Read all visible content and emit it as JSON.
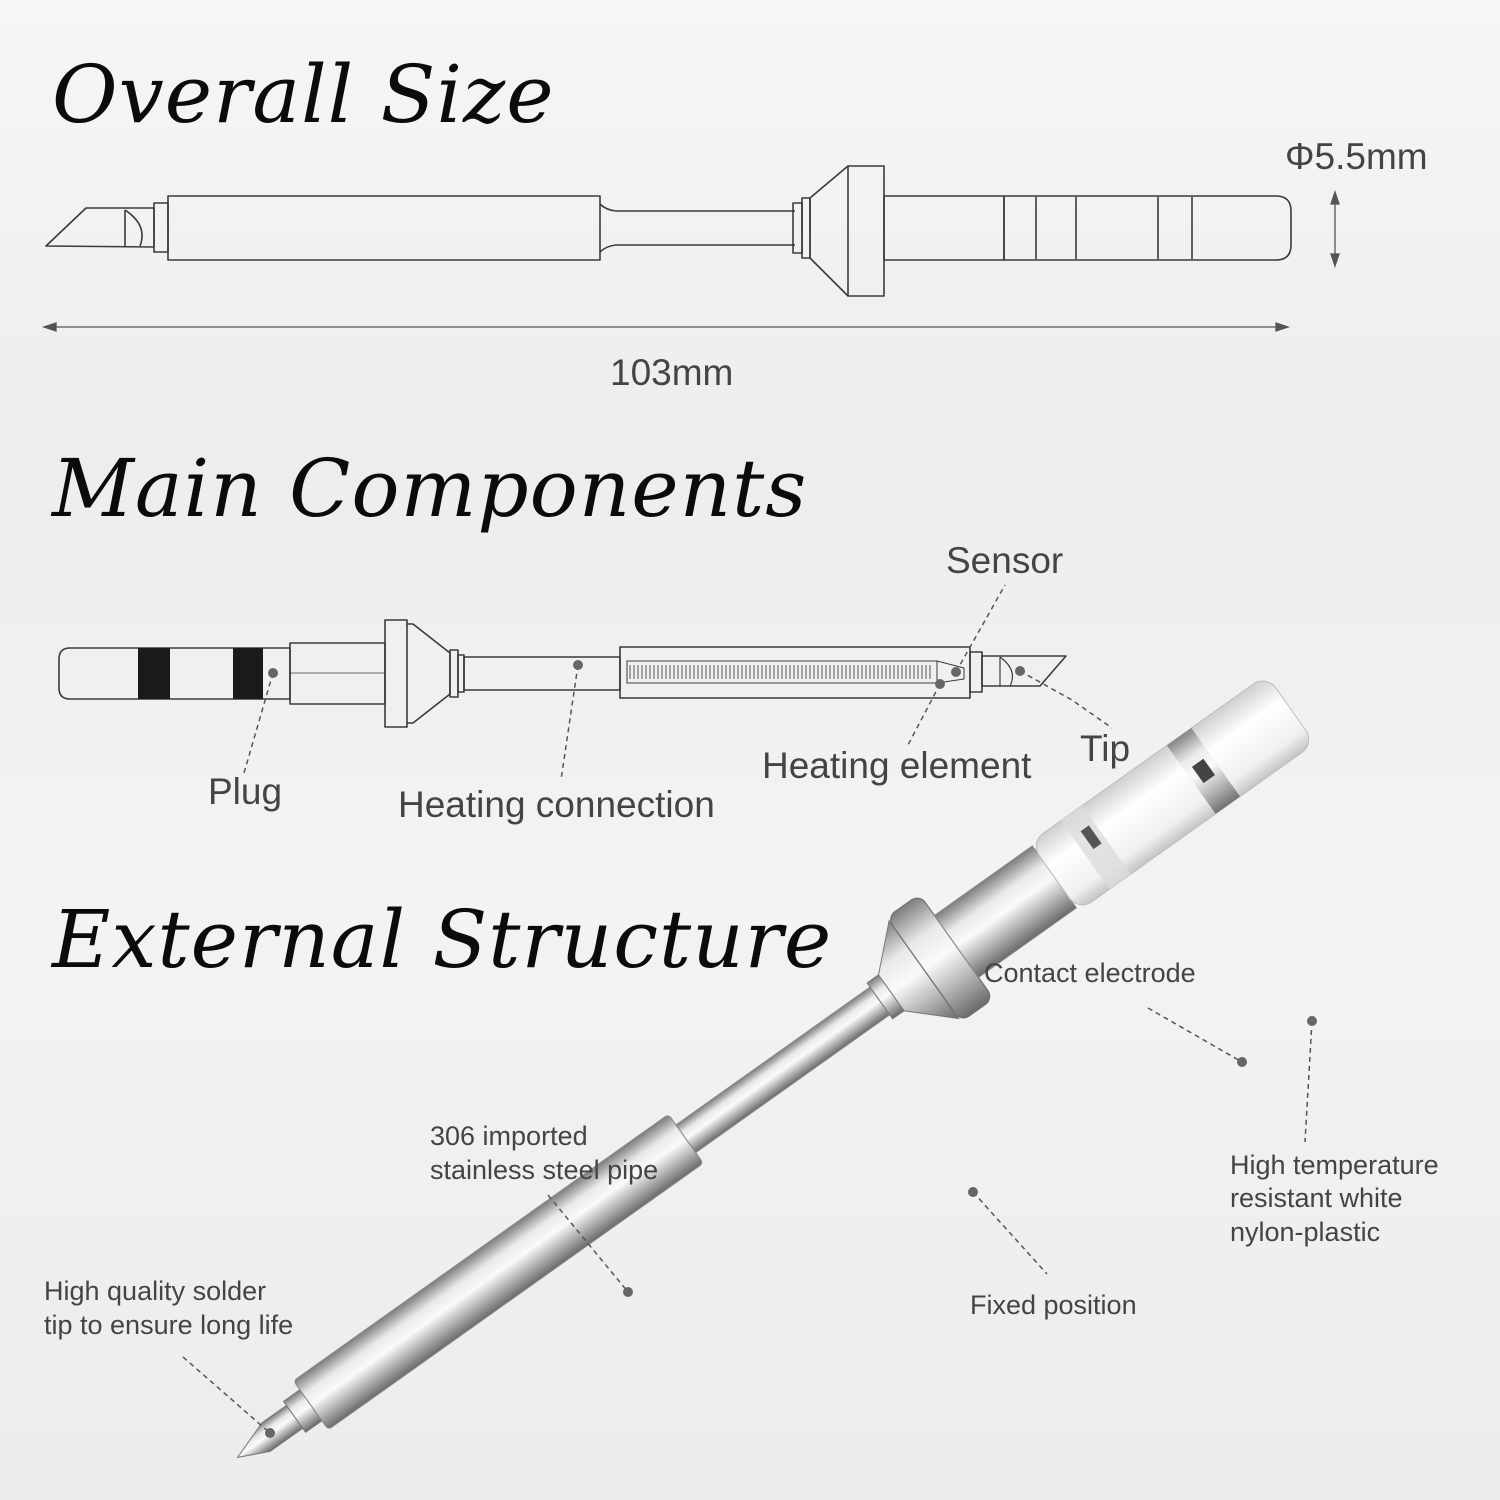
{
  "sections": {
    "overall_size": {
      "title": "Overall Size",
      "diameter": "Φ5.5mm",
      "length": "103mm"
    },
    "main_components": {
      "title": "Main Components",
      "labels": {
        "sensor": "Sensor",
        "tip": "Tip",
        "heating_element": "Heating element",
        "plug": "Plug",
        "heating_connection": "Heating connection"
      }
    },
    "external_structure": {
      "title": "External Structure",
      "labels": {
        "contact_electrode": "Contact electrode",
        "pipe_line1": "306 imported",
        "pipe_line2": "stainless steel pipe",
        "nylon_line1": "High temperature",
        "nylon_line2": "resistant white",
        "nylon_line3": "nylon-plastic",
        "fixed_position": "Fixed position",
        "solder_line1": "High quality solder",
        "solder_line2": "tip to ensure long life"
      }
    }
  },
  "colors": {
    "heading": "#0b0b0b",
    "label": "#444444",
    "outline": "#3b3b3b",
    "band": "#1a1a1a",
    "steel_dark": "#8e8e8e",
    "steel_light": "#f2f2f2"
  }
}
